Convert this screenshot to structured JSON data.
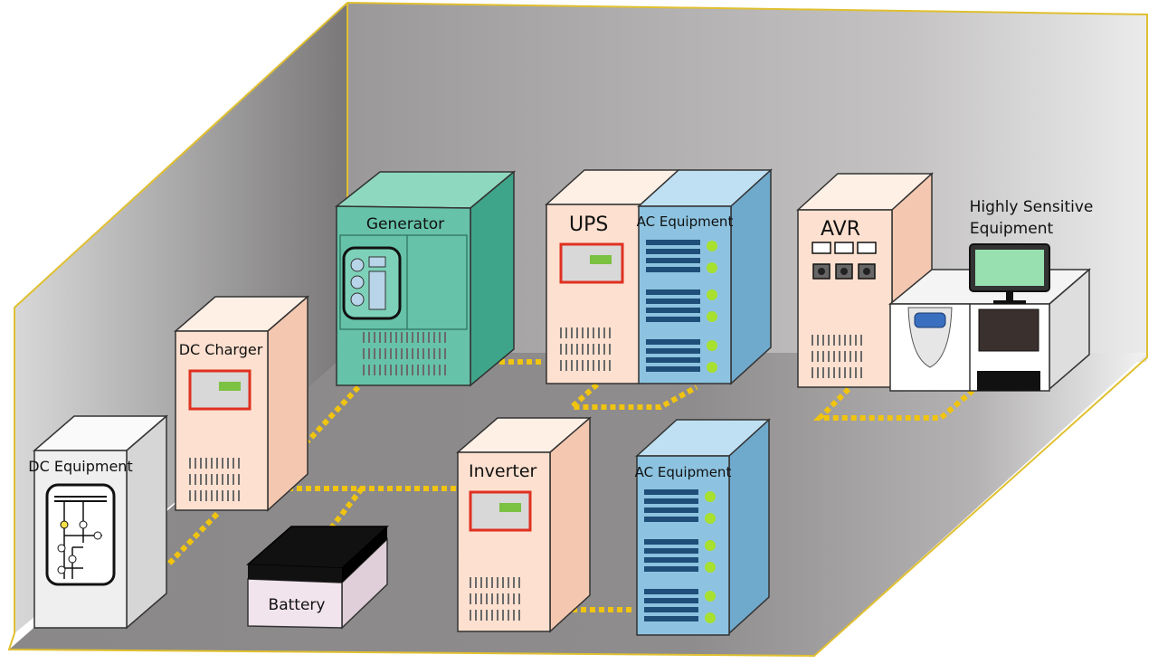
{
  "labels": {
    "generator": "Generator",
    "ups": "UPS",
    "ac_equipment_top": "AC Equipment",
    "avr": "AVR",
    "highly_sensitive_line1": "Highly Sensitive",
    "highly_sensitive_line2": "Equipment",
    "dc_charger": "DC Charger",
    "dc_equipment": "DC Equipment",
    "inverter": "Inverter",
    "ac_equipment_bottom": "AC Equipment",
    "battery": "Battery"
  },
  "colors": {
    "room_back_wall": "#b9b6b6",
    "room_floor": "#8c8a8a",
    "room_outline": "#e0c030",
    "cable": "#f1c40f",
    "generator_body": "#66c2a8",
    "cabinet_peach": "#fde0cf",
    "ac_equipment_blue": "#8dc3e0",
    "ac_slot": "#1f4e79",
    "led_green": "#a8e030",
    "display_frame_red": "#e03020",
    "display_green": "#7bc142",
    "monitor_screen": "#98e0b0",
    "battery_top": "#111111",
    "battery_body": "#f2e4ec"
  },
  "icons": {
    "dc_equipment_panel": "circuit-diagram-icon",
    "generator_panel": "control-panel-icon",
    "monitor": "monitor-icon"
  }
}
